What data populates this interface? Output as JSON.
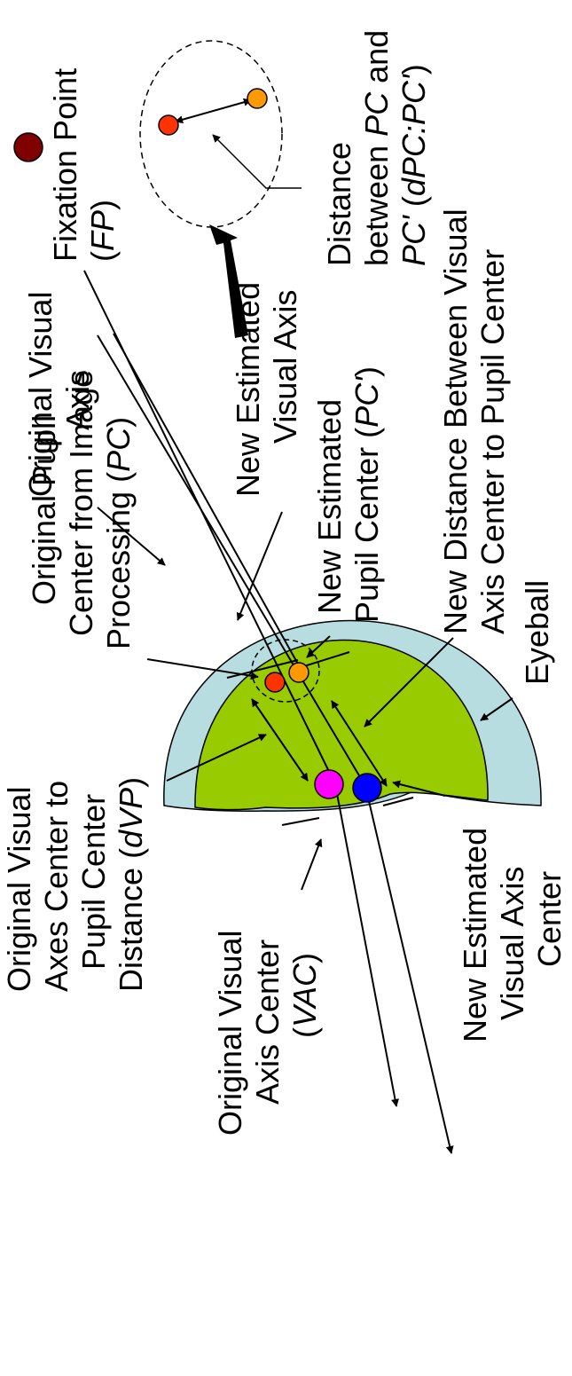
{
  "colors": {
    "eyeball_outer": "#b8dde0",
    "eyeball_inner": "#99cc00",
    "pc_dot": "#ff3300",
    "pc_prime_dot": "#ff9900",
    "fixation_dot": "#800000",
    "vac_dot": "#ff00ff",
    "new_vac_dot": "#0000ff"
  },
  "labels": {
    "fixation": {
      "l1": "Fixation Point",
      "l2_open": "(",
      "l2_em": "FP",
      "l2_close": ")"
    },
    "distance": {
      "l1": "Distance",
      "l2_pre": "between ",
      "l2_em": "PC",
      "l2_post": " and",
      "l3_em1": "PC'",
      "l3_mid": " (",
      "l3_em2": "dPC:PC'",
      "l3_close": ")"
    },
    "new_visual_axis": {
      "l1": "New Estimated",
      "l2": "Visual Axis"
    },
    "original_visual_axis": {
      "l1": "Original Visual",
      "l2": "Axis"
    },
    "new_pupil_center": {
      "l1": "New Estimated",
      "l2_pre": "Pupil Center (",
      "l2_em": "PC'",
      "l2_close": ")"
    },
    "new_distance": {
      "l1": "New Distance Between Visual",
      "l2": "Axis Center to Pupil Center"
    },
    "original_pupil_center": {
      "l1": "Original Pupil",
      "l2": "Center from Image",
      "l3_pre": "Processing (",
      "l3_em": "PC",
      "l3_close": ")"
    },
    "eyeball": "Eyeball",
    "original_axes_distance": {
      "l1": "Original Visual",
      "l2": "Axes Center to",
      "l3": "Pupil Center",
      "l4_pre": "Distance (",
      "l4_em": "dVP",
      "l4_close": ")"
    },
    "original_vac": {
      "l1": "Original Visual",
      "l2": "Axis Center",
      "l3_open": "(",
      "l3_em": "VAC",
      "l3_close": ")"
    },
    "new_vac": {
      "l1": "New Estimated",
      "l2": "Visual Axis",
      "l3": "Center"
    }
  }
}
